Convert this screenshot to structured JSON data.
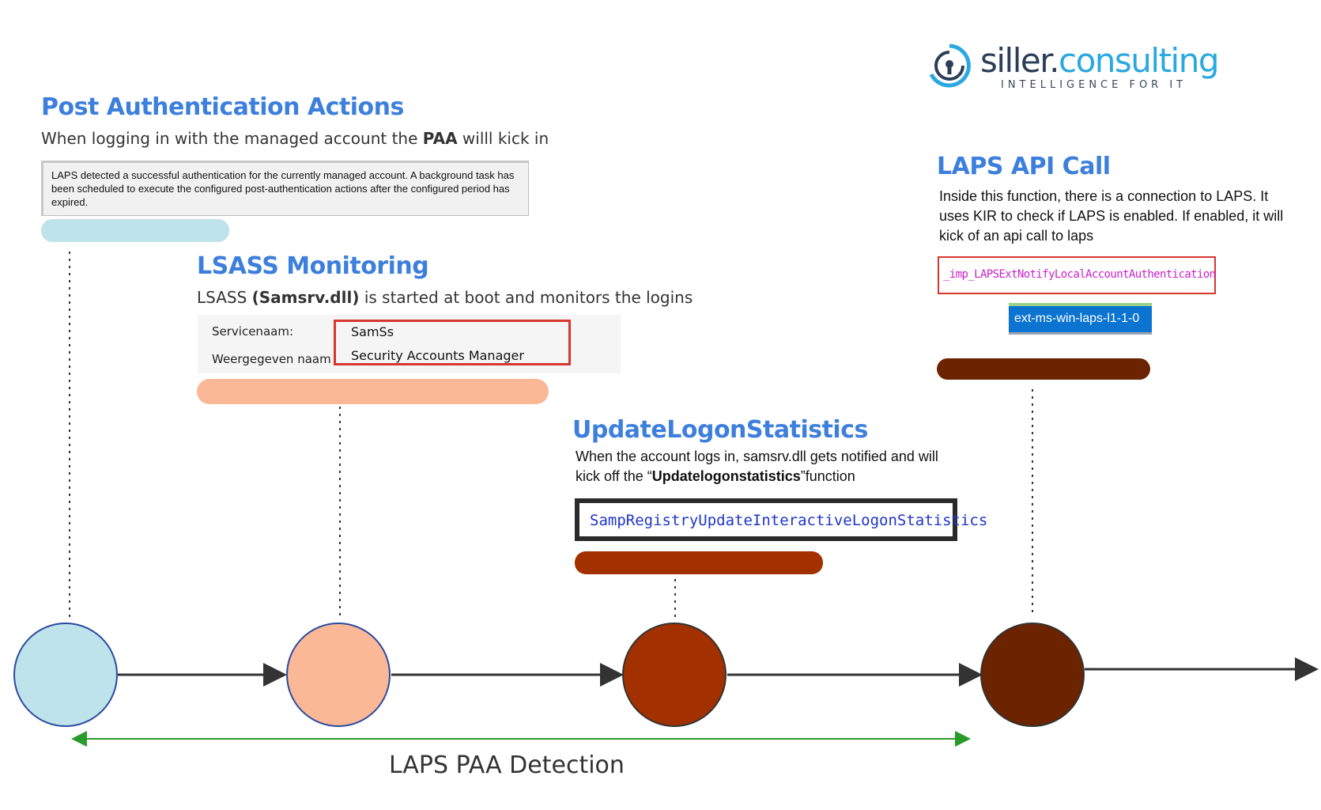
{
  "logo": {
    "name_part1": "siller.",
    "name_part2": "consulting",
    "tagline": "INTELLIGENCE FOR IT",
    "icon": "lock-keyhole-icon",
    "colors": {
      "dark": "#2c3e57",
      "accent": "#2aa8e0"
    }
  },
  "steps": [
    {
      "id": "paa",
      "title": "Post Authentication Actions",
      "subtitle_pre": "When logging in with the managed account the ",
      "subtitle_bold": "PAA",
      "subtitle_post": " willl kick in",
      "message": "LAPS detected a successful authentication for the currently managed account. A background task has been scheduled to execute the configured post-authentication actions after the configured period has expired.",
      "color": "#bfe3ea"
    },
    {
      "id": "lsass",
      "title": "LSASS Monitoring",
      "subtitle_pre": "LSASS ",
      "subtitle_bold": "(Samsrv.dll)",
      "subtitle_post": " is started at boot and monitors the logins",
      "service": {
        "name_label": "Servicenaam:",
        "name_value": "SamSs",
        "display_label": "Weergegeven naam",
        "display_value": "Security Accounts Manager"
      },
      "color": "#fbb896"
    },
    {
      "id": "update",
      "title": "UpdateLogonStatistics",
      "desc_line1": "When the account logs in, samsrv.dll gets notified and will",
      "desc_line2_pre": "kick off the “",
      "desc_line2_bold": "Updatelogonstatistics",
      "desc_line2_post": "”function",
      "function_name": "SampRegistryUpdateInteractiveLogonStatistics",
      "color": "#a33100"
    },
    {
      "id": "api",
      "title": "LAPS API Call",
      "description": "Inside this function, there is a connection to LAPS. It uses KIR to check if LAPS is enabled. If enabled, it will kick of an api call to laps",
      "import_name": "_imp_LAPSExtNotifyLocalAccountAuthentication",
      "api_set": "ext-ms-win-laps-l1-1-0",
      "color": "#6b2300"
    }
  ],
  "range_label": "LAPS PAA Detection",
  "colors": {
    "title_blue": "#3d7fdc",
    "timeline": "#333333",
    "range_arrow": "#2a9a2a",
    "circle_border": "#2a4aa0"
  }
}
